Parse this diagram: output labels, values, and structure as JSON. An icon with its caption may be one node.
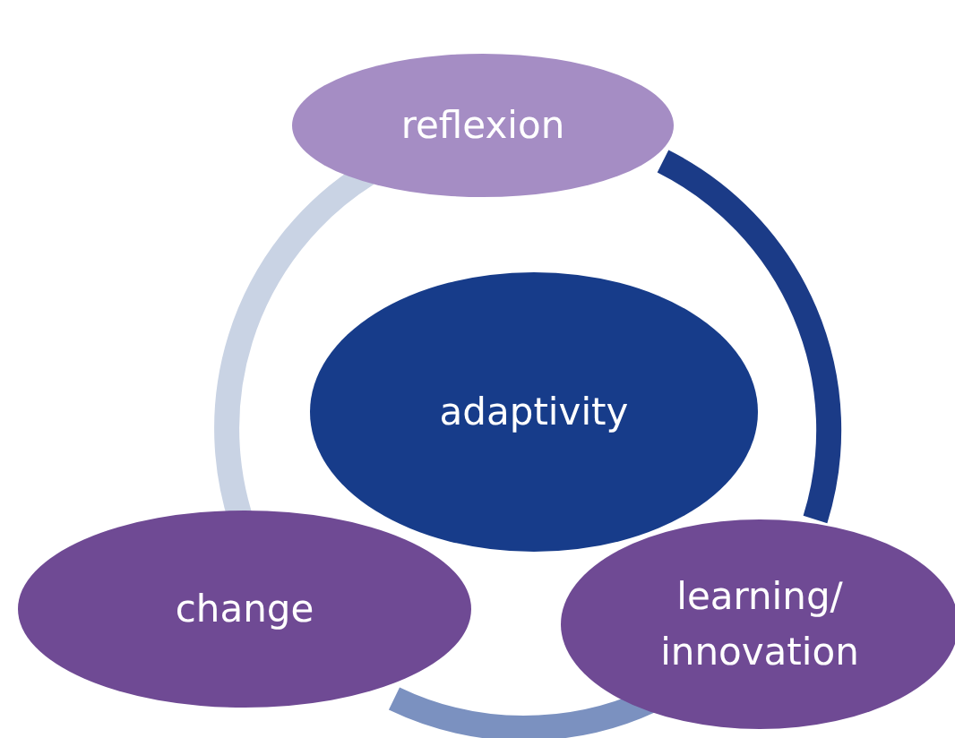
{
  "diagram": {
    "nodes": [
      {
        "text": [
          "reflexion"
        ]
      },
      {
        "text": [
          "adaptivity"
        ]
      },
      {
        "text": [
          "change"
        ]
      },
      {
        "text": [
          "learning/ innovation"
        ]
      }
    ],
    "edges": [
      {
        "from": 0,
        "to": 2,
        "arrow": "none",
        "color": "#c9d3e4"
      },
      {
        "from": 0,
        "to": 3,
        "arrow": "none",
        "color": "#1b3b87"
      },
      {
        "from": 2,
        "to": 3,
        "arrow": "none",
        "color": "#7b91c0"
      }
    ]
  }
}
